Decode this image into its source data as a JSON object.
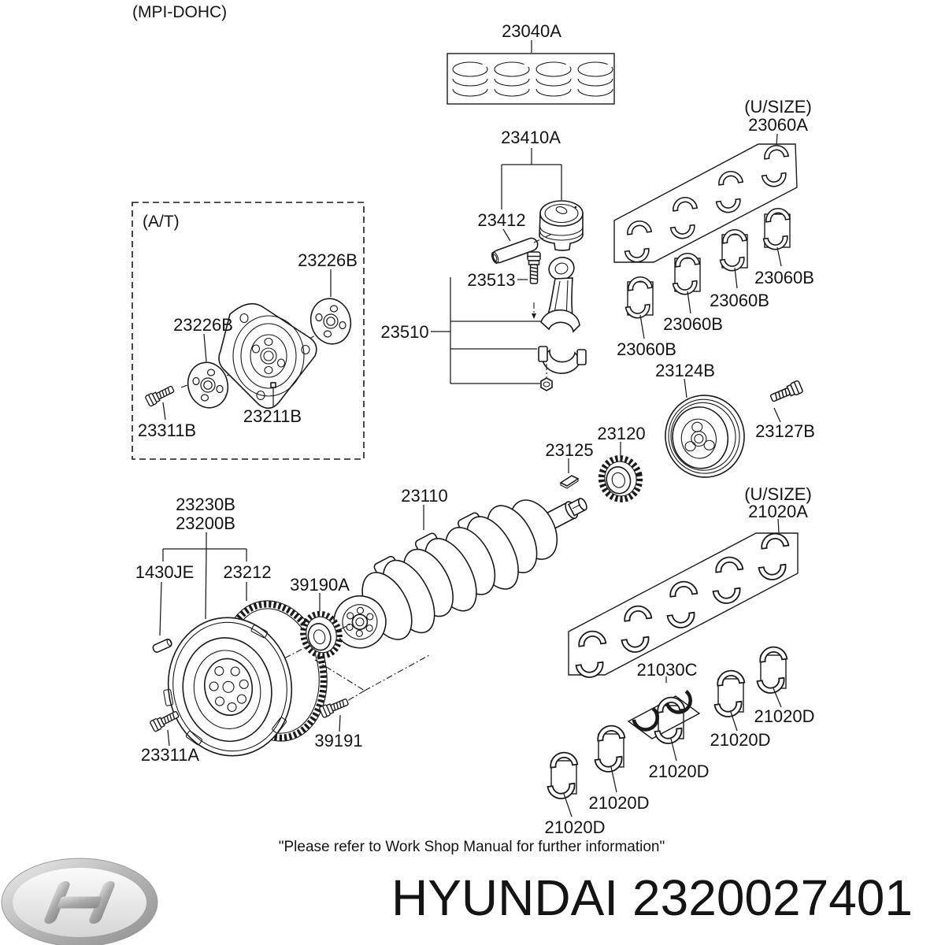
{
  "header": {
    "variant_label": "(MPI-DOHC)"
  },
  "at_group": {
    "title": "(A/T)"
  },
  "parts": {
    "piston_ring_set": "23040A",
    "piston": "23410A",
    "piston_pin": "23412",
    "rod_bolt": "23513",
    "connecting_rod": "23510",
    "rod_bearing_usize_note": "(U/SIZE)",
    "rod_bearing_set": "23060A",
    "rod_bearings": [
      "23060B",
      "23060B",
      "23060B",
      "23060B"
    ],
    "damper_pulley": "23124B",
    "pulley_bolt": "23127B",
    "crank_sprocket": "23120",
    "key": "23125",
    "crankshaft": "23110",
    "adapter_plate_outer": "23226B",
    "adapter_plate_inner": "23226B",
    "drive_plate": "23211B",
    "drive_plate_bolt": "23311B",
    "flywheel_assembly": "23230B",
    "flywheel": "23200B",
    "dowel_pin": "1430JE",
    "ring_gear": "23212",
    "crank_position_wheel": "39190A",
    "position_wheel_bolt": "39191",
    "flywheel_bolt": "23311A",
    "main_bearing_usize_note": "(U/SIZE)",
    "main_bearing_set": "21020A",
    "thrust_washers": "21030C",
    "main_bearings": [
      "21020D",
      "21020D",
      "21020D",
      "21020D",
      "21020D"
    ]
  },
  "footer": {
    "note": "\"Please refer to Work Shop Manual for further information\"",
    "brand": "HYUNDAI",
    "part_number": "2320027401",
    "logo": "hyundai-logo"
  },
  "colors": {
    "line": "#1a1a1a",
    "background": "#ffffff",
    "logo_silver": "#b0b0b0"
  }
}
